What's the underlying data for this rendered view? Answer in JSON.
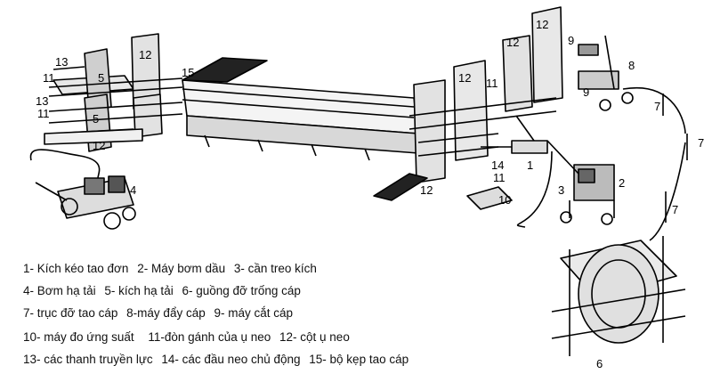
{
  "callouts": {
    "c13a": "13",
    "c11a": "11",
    "c5a": "5",
    "c12a": "12",
    "c15": "15",
    "c13b": "13",
    "c11b": "11",
    "c5b": "5",
    "c12b": "12",
    "c4": "4",
    "c12c": "12",
    "c11c": "11",
    "c14": "14",
    "c11d": "11",
    "c10": "10",
    "c12d": "12",
    "c1": "1",
    "c3": "3",
    "c2": "2",
    "c12e": "12",
    "c12f": "12",
    "c9a": "9",
    "c8": "8",
    "c9b": "9",
    "c7a": "7",
    "c7b": "7",
    "c7c": "7",
    "c6": "6"
  },
  "legend": {
    "l1": "1- Kích kéo tao đơn",
    "l2": "2- Máy bơm dầu",
    "l3": "3- cần treo kích",
    "l4": "4- Bơm hạ tải",
    "l5": "5- kích hạ tải",
    "l6": "6- guồng đỡ trống cáp",
    "l7": "7- trục đỡ tao cáp",
    "l8": "8-máy đẩy cáp",
    "l9": "9- máy cắt cáp",
    "l10": "10- máy đo ứng suất",
    "l11": "11-đòn gánh của ụ neo",
    "l12": "12- cột ụ neo",
    "l13": "13- các thanh truyền lực",
    "l14": "14- các đầu neo chủ động",
    "l15": "15- bộ kẹp tao cáp"
  }
}
